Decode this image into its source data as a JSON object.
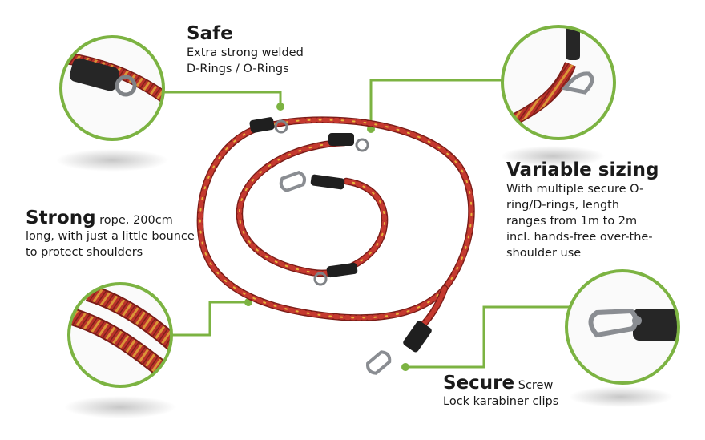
{
  "colors": {
    "callout_green": "#7cb342",
    "rope_red": "#b9312a",
    "rope_yellow": "#e6b63c",
    "tab_black": "#1f1f1f",
    "metal_grey": "#8a8d92"
  },
  "features": {
    "safe": {
      "heading": "Safe",
      "line1": "Extra strong welded",
      "line2": "D-Rings / O-Rings"
    },
    "strong": {
      "heading": "Strong",
      "text_inline": "rope, 200cm",
      "line2": "long, with just a little bounce",
      "line3": "to protect shoulders"
    },
    "variable": {
      "heading": "Variable sizing",
      "line1": "With multiple secure O-",
      "line2": "ring/D-rings, length",
      "line3": "ranges from 1m to 2m",
      "line4": "incl. hands-free over-the-",
      "line5": "shoulder use"
    },
    "secure": {
      "heading": "Secure",
      "text_inline": "Screw",
      "line2": "Lock karabiner clips"
    }
  }
}
